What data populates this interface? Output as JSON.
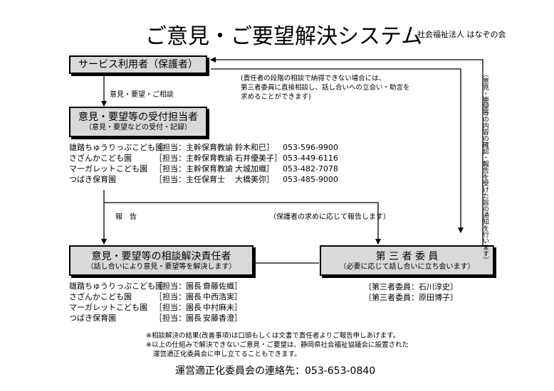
{
  "header": {
    "title": "ご意見・ご要望解決システム",
    "organization": "社会福祉法人 はなぞの会"
  },
  "nodes": {
    "user": {
      "label": "サービス利用者（保護者）"
    },
    "reception": {
      "label": "意見・要望等の受付担当者",
      "sub": "（意見・要望などの受付・記録）"
    },
    "resolution": {
      "label": "意見・要望等の相談解決責任者",
      "sub": "（話し合いにより意見・要望等を解決します）"
    },
    "third_party": {
      "label": "第 三 者 委 員",
      "sub": "（必要に応じて話し合いに立ち会います）"
    }
  },
  "edges": {
    "user_to_reception": "意見・要望・ご相談",
    "report": "報　告",
    "report_on_request": "（保護者の求めに応じて報告します）",
    "direct_consult": [
      "(責任者の段階の相談で納得できない場合には、",
      "第三者委員に直接相談し、話し合いへの立会い・助言を",
      "求めることができます)"
    ],
    "notification": "（意見・要望等の内容の確認・報告を受けた旨の通知を行います）"
  },
  "reception_staff": [
    {
      "facility": "雄踏ちゅうりっぷこども園",
      "role": "［担当：主幹保育教諭",
      "name": "鈴木和巳］",
      "phone": "053-596-9900"
    },
    {
      "facility": "さざんかこども園",
      "role": "［担当：主幹保育教諭",
      "name": "石井優美子］",
      "phone": "053-449-6116"
    },
    {
      "facility": "マーガレットこども園",
      "role": "［担当：主幹保育教諭",
      "name": "大城加織］",
      "phone": "053-482-7078"
    },
    {
      "facility": "つばき保育園",
      "role": "［担当：主任保育士",
      "name": "大橋美弥］",
      "phone": "053-485-9000"
    }
  ],
  "resolution_staff": [
    {
      "facility": "雄踏ちゅうりっぷこども園",
      "role": "［担当：園長",
      "name": "齋藤佐織］"
    },
    {
      "facility": "さざんかこども園",
      "role": "［担当：園長",
      "name": "中西浩実］"
    },
    {
      "facility": "マーガレットこども園",
      "role": "［担当：園長",
      "name": "中村麻未］"
    },
    {
      "facility": "つばき保育園",
      "role": "［担当：園長",
      "name": "安藤香澄］"
    }
  ],
  "third_party_members": [
    "〔第三者委員：石川淳史〕",
    "〔第三者委員：原田博子〕"
  ],
  "footnotes": [
    "※相談解決の結果(改善事項)は口頭もしくは文書で責任者よりご報告申しあげます。",
    "※以上の仕組みで解決できないご意見・ご要望は、静岡県社会福祉協議会に設置された",
    "運営適正化委員会に申し立てることもできます。"
  ],
  "contact": "運営適正化委員会の連絡先：053-653-0840",
  "colors": {
    "box_fill": "#d9d9d9",
    "line": "#000000"
  }
}
